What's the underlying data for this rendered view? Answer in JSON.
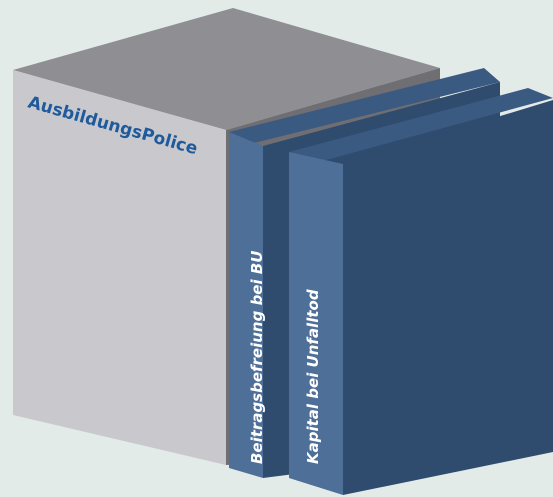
{
  "colors": {
    "background": "#e3ebe9",
    "main_block_front": "#c9c9cd",
    "main_block_top": "#8f8e92",
    "main_block_side": "#6f6e73",
    "main_block_label": "#1f5a9c",
    "module_front": "#2f4b6e",
    "module_side": "#4d6f98",
    "module_top": "#3b5a82",
    "module_label": "#ffffff"
  },
  "blocks": {
    "main": {
      "label": "AusbildungsPolice"
    },
    "modules": [
      {
        "label": "Beitragsbefreiung bei BU"
      },
      {
        "label": "Kapital bei Unfalltod"
      }
    ]
  }
}
